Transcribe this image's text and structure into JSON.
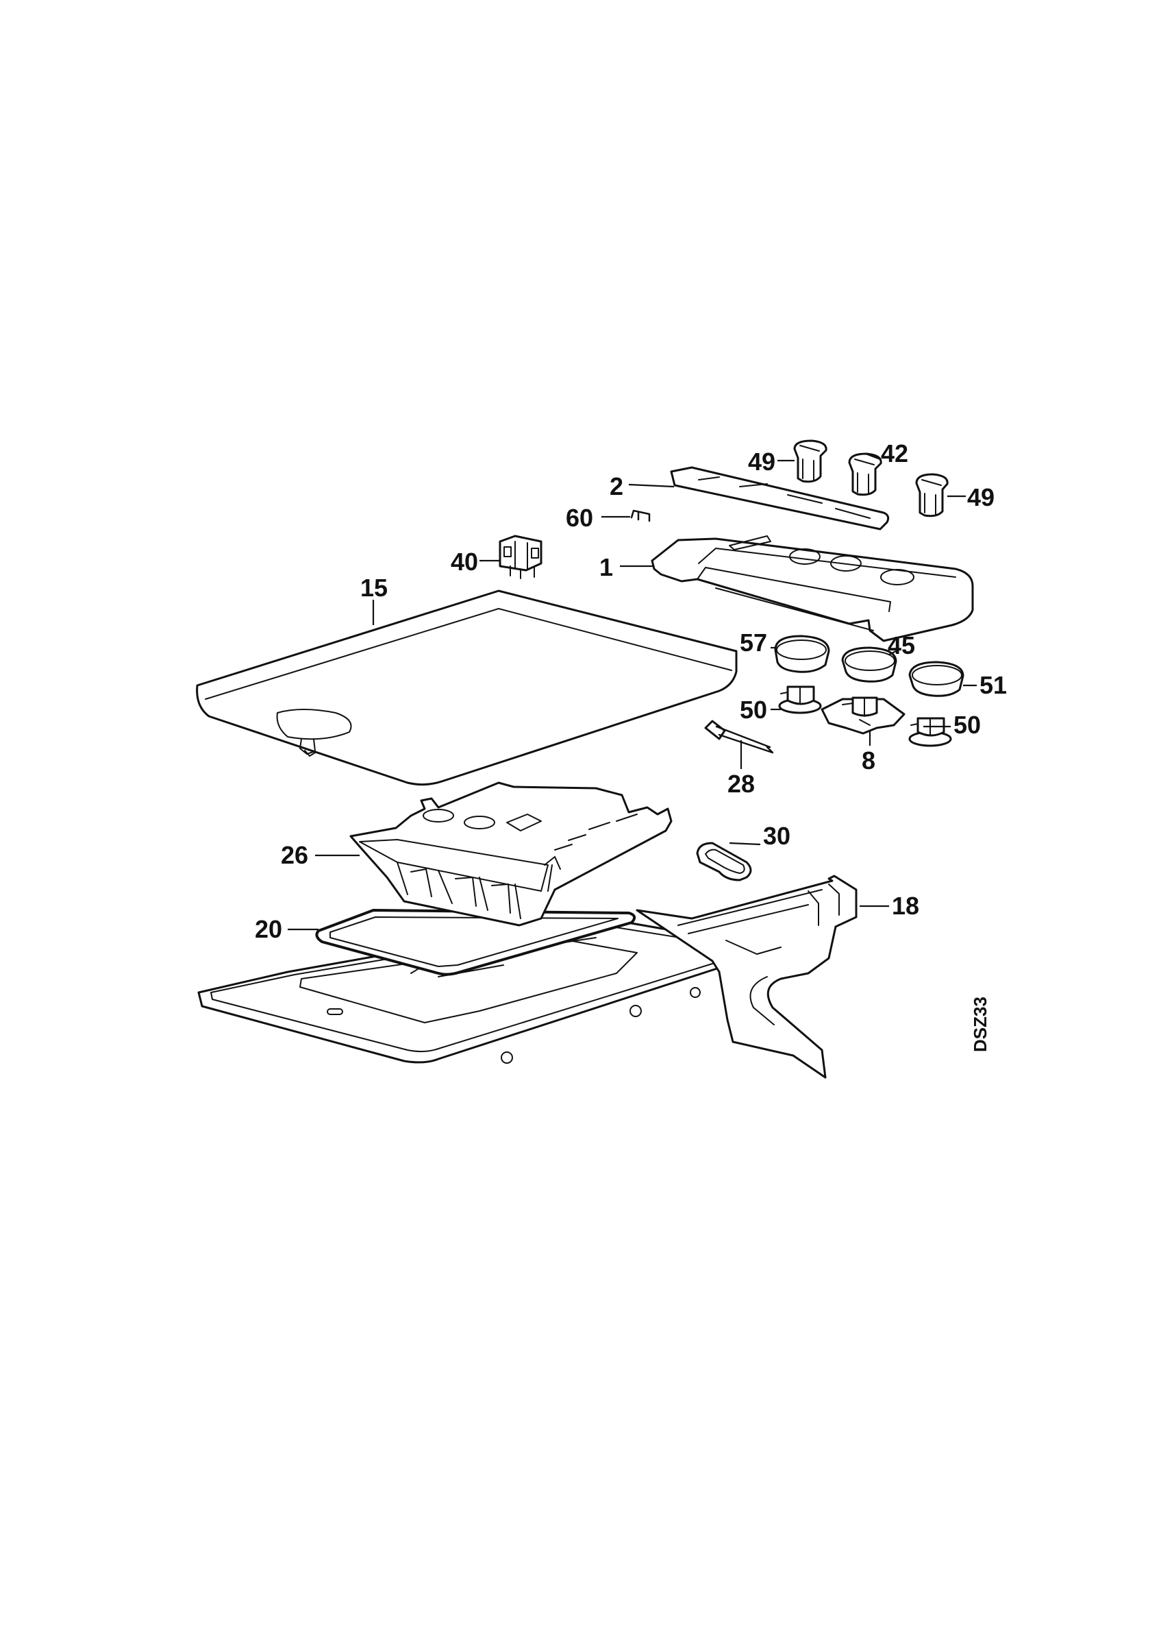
{
  "diagram": {
    "drawing_code": "DSZ33",
    "callouts": {
      "c1": "1",
      "c2": "2",
      "c8": "8",
      "c15": "15",
      "c18": "18",
      "c20": "20",
      "c26": "26",
      "c28": "28",
      "c30": "30",
      "c40": "40",
      "c42": "42",
      "c45": "45",
      "c49a": "49",
      "c49b": "49",
      "c50a": "50",
      "c50b": "50",
      "c51": "51",
      "c57": "57",
      "c60": "60"
    }
  }
}
